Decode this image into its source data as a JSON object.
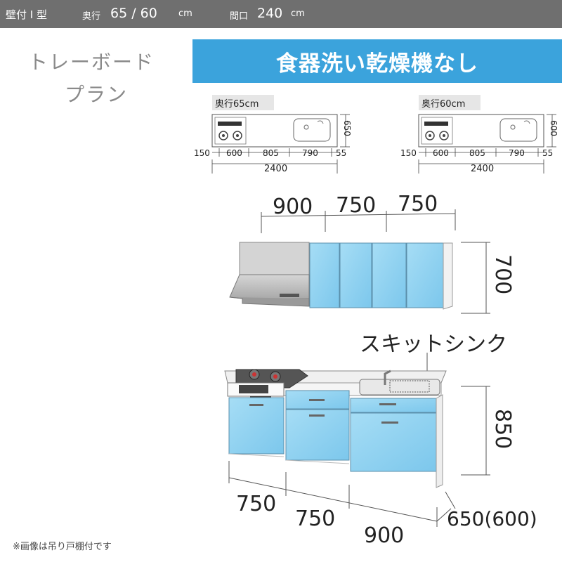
{
  "header": {
    "type_label": "壁付 I 型",
    "depth_label": "奥行",
    "depth_value": "65 / 60",
    "depth_unit": "cm",
    "width_label": "間口",
    "width_value": "240",
    "width_unit": "cm"
  },
  "plan": {
    "line1": "トレーボード",
    "line2": "プラン"
  },
  "banner": {
    "text": "食器洗い乾燥機なし"
  },
  "plan_views": {
    "left": {
      "tag": "奥行65cm",
      "depth": "650",
      "segments": [
        "150",
        "600",
        "805",
        "790",
        "55"
      ],
      "total": "2400"
    },
    "right": {
      "tag": "奥行60cm",
      "depth": "600",
      "segments": [
        "150",
        "600",
        "805",
        "790",
        "55"
      ],
      "total": "2400"
    }
  },
  "wall_cabinet": {
    "widths": [
      "900",
      "750",
      "750"
    ],
    "height": "700"
  },
  "sink_label": "スキットシンク",
  "base_cabinet": {
    "widths": [
      "750",
      "750",
      "900"
    ],
    "height": "850",
    "depth": "650(600)"
  },
  "footnote": "※画像は吊り戸棚付です",
  "colors": {
    "topbar": "#6f6f6f",
    "banner": "#3ba3dc",
    "cabinet_door": "#8fd3f1",
    "hood": "#c8c8c8"
  }
}
